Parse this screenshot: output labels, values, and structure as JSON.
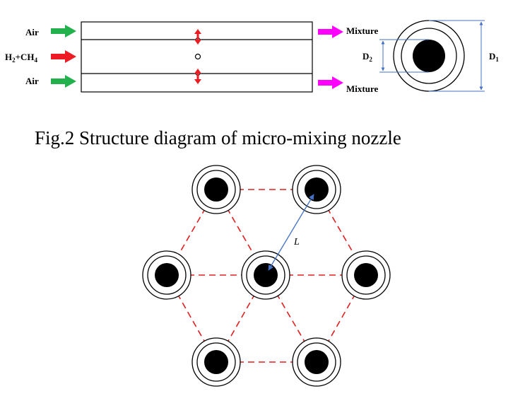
{
  "nozzle": {
    "inlets": {
      "top": "Air",
      "middle_h": "H",
      "middle_h_sub": "2",
      "middle_ch": "+CH",
      "middle_ch_sub": "4",
      "bottom": "Air"
    },
    "outlets": {
      "top": "Mixture",
      "bottom": "Mixture"
    }
  },
  "cross_section": {
    "d2_main": "D",
    "d2_sub": "2",
    "d1_main": "D",
    "d1_sub": "1"
  },
  "caption": "Fig.2 Structure diagram of micro-mixing nozzle",
  "layout_diagram": {
    "spacing_label": "L"
  },
  "colors": {
    "air_arrow": "#22b14c",
    "fuel_arrow": "#ed1c24",
    "mixture_arrow": "#ff00ff",
    "dimension_line": "#4472c4",
    "hex_dash": "#e02020",
    "spacing_arrow": "#4472c4"
  }
}
